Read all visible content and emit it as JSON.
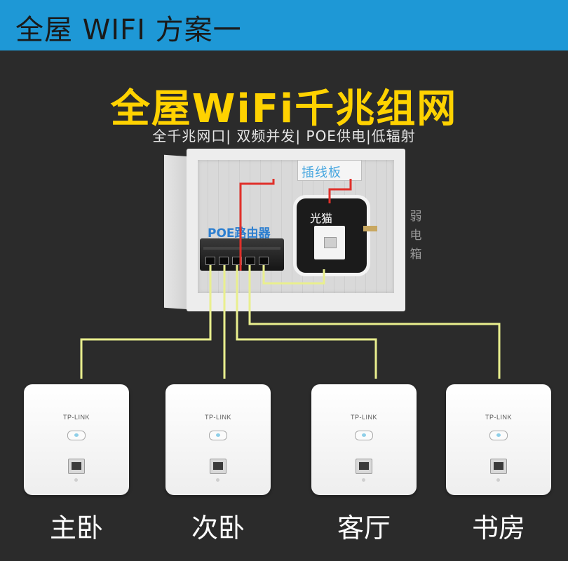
{
  "header": {
    "title": "全屋 WIFI 方案一"
  },
  "diagram": {
    "main_title": "全屋WiFi千兆组网",
    "subtitle": "全千兆网口| 双频并发| POE供电|低辐射",
    "strip_label": "插线板",
    "router_label": "POE路由器",
    "modem_label": "光猫",
    "weak_box_label": [
      "弱",
      "电",
      "箱"
    ]
  },
  "aps": [
    {
      "brand": "TP-LINK",
      "room": "主卧"
    },
    {
      "brand": "TP-LINK",
      "room": "次卧"
    },
    {
      "brand": "TP-LINK",
      "room": "客厅"
    },
    {
      "brand": "TP-LINK",
      "room": "书房"
    }
  ],
  "colors": {
    "header_bg": "#1e98d6",
    "background": "#2b2b2b",
    "title": "#ffd200",
    "cable_yellow": "#e9ef8e",
    "cable_red": "#e0302a",
    "router_label": "#2d7fd0"
  }
}
